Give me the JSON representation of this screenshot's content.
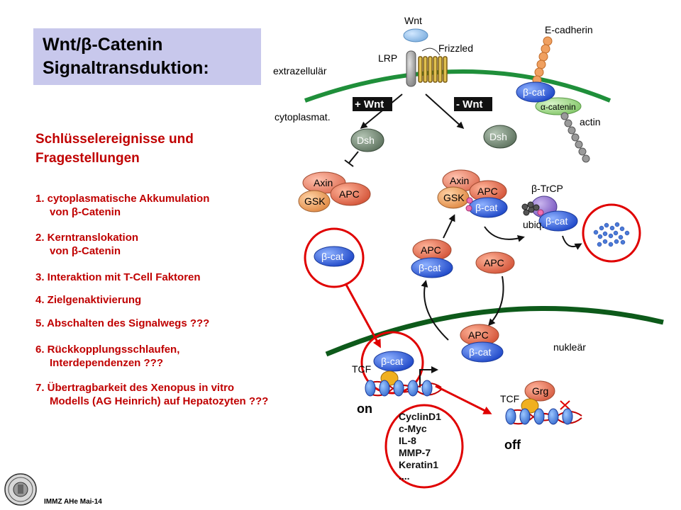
{
  "title": {
    "line1": "Wnt/β-Catenin",
    "line2": "Signaltransduktion:"
  },
  "subheading": {
    "line1": "Schlüsselereignisse und",
    "line2": "Fragestellungen"
  },
  "questions": [
    {
      "line1": "1. cytoplasmatische Akkumulation",
      "line2": "    von β-Catenin"
    },
    {
      "line1": "2. Kerntranslokation",
      "line2": "    von β-Catenin"
    },
    {
      "line1": "3. Interaktion mit T-Cell Faktoren",
      "line2": ""
    },
    {
      "line1": "4. Zielgenaktivierung",
      "line2": ""
    },
    {
      "line1": "5. Abschalten des Signalwegs ???",
      "line2": ""
    },
    {
      "line1": "6. Rückkopplungsschlaufen,",
      "line2": "    Interdependenzen ???"
    },
    {
      "line1": "7. Übertragbarkeit des Xenopus in vitro",
      "line2": "    Modells (AG Heinrich) auf Hepatozyten ???"
    }
  ],
  "footer": "IMMZ AHe Mai-14",
  "diagram": {
    "wnt": "Wnt",
    "lrp": "LRP",
    "frizzled": "Frizzled",
    "ecadherin": "E-cadherin",
    "extracellular": "extrazellulär",
    "cytoplasmic": "cytoplasmat.",
    "plus_wnt": "+ Wnt",
    "minus_wnt": "- Wnt",
    "dsh": "Dsh",
    "bcat": "β-cat",
    "acatenin": "α-catenin",
    "actin": "actin",
    "axin": "Axin",
    "apc": "APC",
    "gsk": "GSK",
    "btrcp": "β-TrCP",
    "ubiq": "ubiq.",
    "nuclear": "nukleär",
    "tcf": "TCF",
    "grg": "Grg",
    "on": "on",
    "off": "off",
    "targets": [
      "CyclinD1",
      "c-Myc",
      "IL-8",
      "MMP-7",
      "Keratin1",
      "...."
    ]
  },
  "colors": {
    "title_bg": "#c8c8ec",
    "red_text": "#c00000",
    "membrane": "#1f8f3a",
    "nucleus": "#0d5a1a",
    "bcat": "#2f5fd8",
    "apc": "#e06a4a",
    "axin": "#e6806a",
    "gsk": "#e8a063",
    "highlight": "#e00000"
  }
}
